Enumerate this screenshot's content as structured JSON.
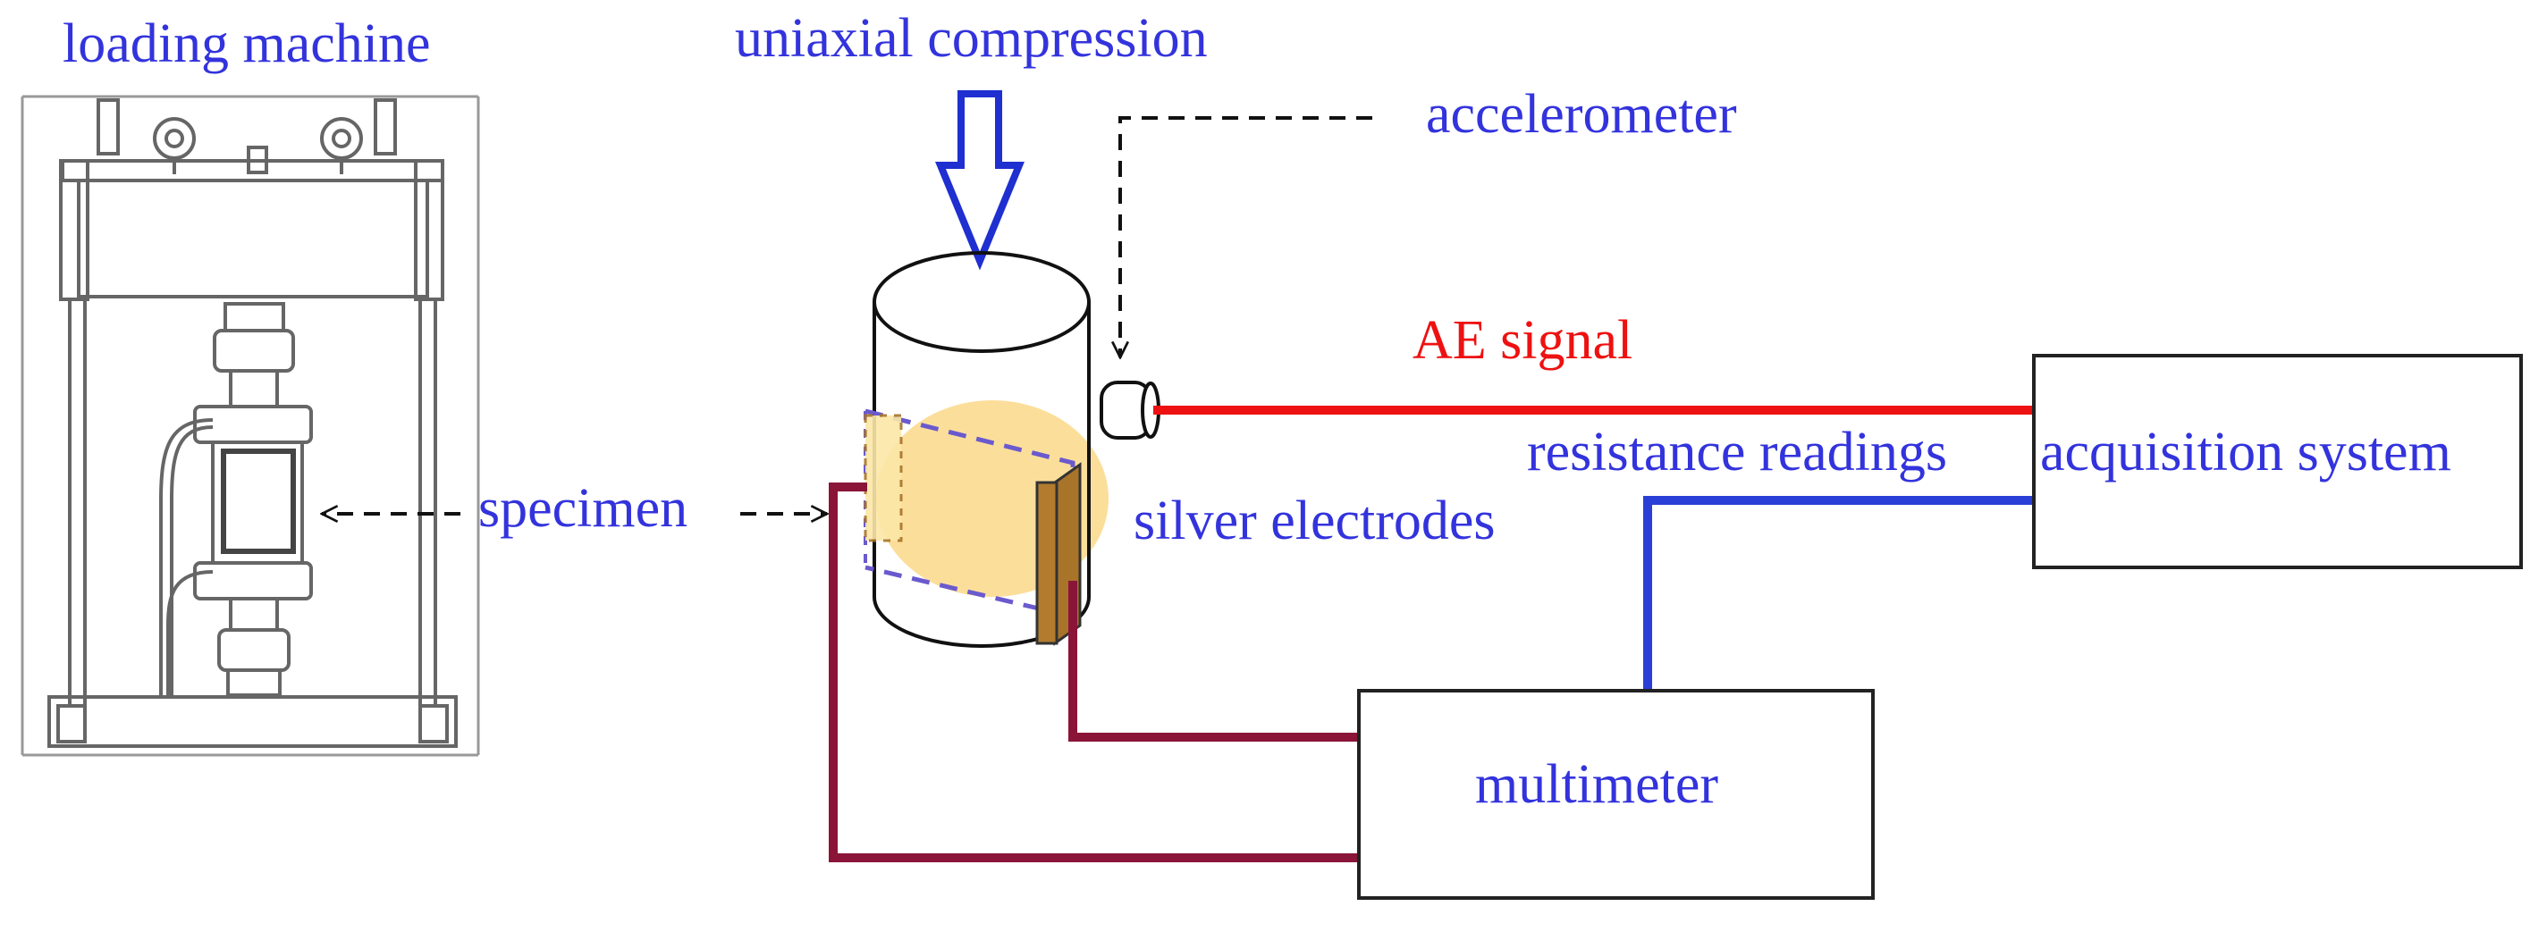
{
  "labels": {
    "loading_machine": "loading machine",
    "uniaxial_compression": "uniaxial compression",
    "accelerometer": "accelerometer",
    "ae_signal": "AE signal",
    "resistance_readings": "resistance readings",
    "acquisition_system": "acquisition system",
    "specimen": "specimen",
    "silver_electrodes": "silver electrodes",
    "multimeter": "multimeter"
  },
  "colors": {
    "label_text": "#3333dd",
    "ae_signal_text": "#ee1111",
    "ae_signal_line": "#ee1111",
    "resistance_line": "#2a3fd6",
    "multimeter_wires": "#8a1538",
    "compression_arrow": "#1f2fd0",
    "highlight": "#fbd88a",
    "electrode": "#a8742a",
    "box_stroke": "#222222",
    "machine_stroke": "#666666"
  },
  "icons": [
    "loading-machine-drawing",
    "specimen-cylinder",
    "accelerometer-sensor",
    "compression-arrow-icon"
  ]
}
